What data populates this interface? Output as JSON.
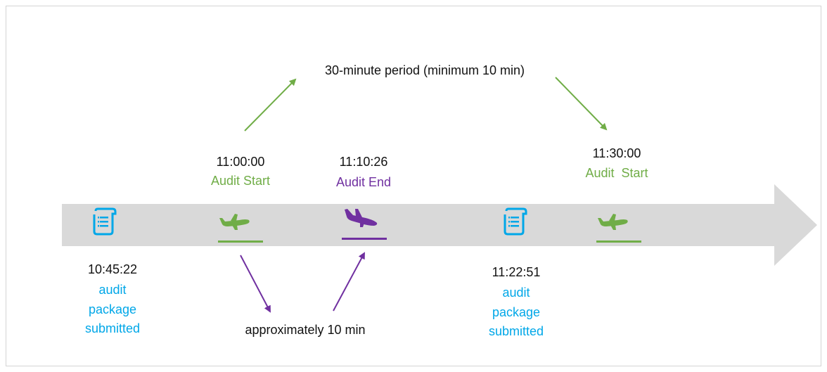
{
  "colors": {
    "green": "#70ad47",
    "purple": "#7030a0",
    "blue": "#00a7e8",
    "timeline_gray": "#d9d9d9"
  },
  "period_label": "30-minute period (minimum 10 min)",
  "gap_label": "approximately 10 min",
  "events": [
    {
      "time": "11:00:00",
      "label": "Audit Start",
      "icon": "airplane-takeoff-icon",
      "color": "green"
    },
    {
      "time": "11:10:26",
      "label": "Audit End",
      "icon": "airplane-landing-icon",
      "color": "purple"
    },
    {
      "time": "11:30:00",
      "label": "Audit  Start",
      "icon": "airplane-takeoff-icon",
      "color": "green"
    }
  ],
  "submissions": [
    {
      "time": "10:45:22",
      "line1": "audit",
      "line2": "package",
      "line3": "submitted",
      "icon": "document-icon"
    },
    {
      "time": "11:22:51",
      "line1": "audit",
      "line2": "package",
      "line3": "submitted",
      "icon": "document-icon"
    }
  ]
}
